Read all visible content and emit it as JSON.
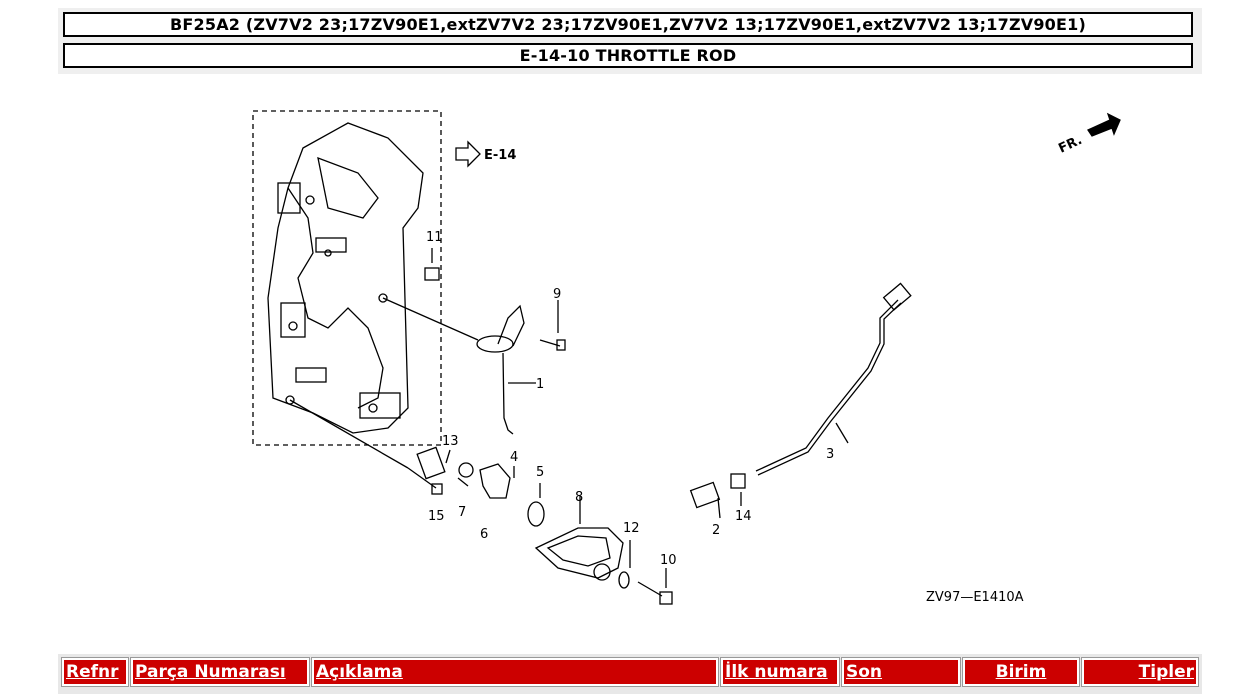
{
  "header": {
    "model_title": "BF25A2 (ZV7V2 23;17ZV90E1,extZV7V2 23;17ZV90E1,ZV7V2 13;17ZV90E1,extZV7V2 13;17ZV90E1)",
    "section_title": "E-14-10 THROTTLE ROD"
  },
  "diagram": {
    "ref_label": "E-14",
    "front_label": "FR.",
    "drawing_code": "ZV97—E1410A",
    "callouts": [
      "1",
      "2",
      "3",
      "4",
      "5",
      "6",
      "7",
      "8",
      "9",
      "10",
      "11",
      "12",
      "13",
      "14",
      "15"
    ]
  },
  "table": {
    "columns": [
      {
        "label": "Refnr"
      },
      {
        "label": "Parça Numarası"
      },
      {
        "label": "Açıklama"
      },
      {
        "label": "İlk numara"
      },
      {
        "label": "Son"
      },
      {
        "label": "Birim"
      },
      {
        "label": "Tipler"
      }
    ]
  },
  "colors": {
    "header_red": "#cc0000",
    "line_art": "#000000"
  }
}
